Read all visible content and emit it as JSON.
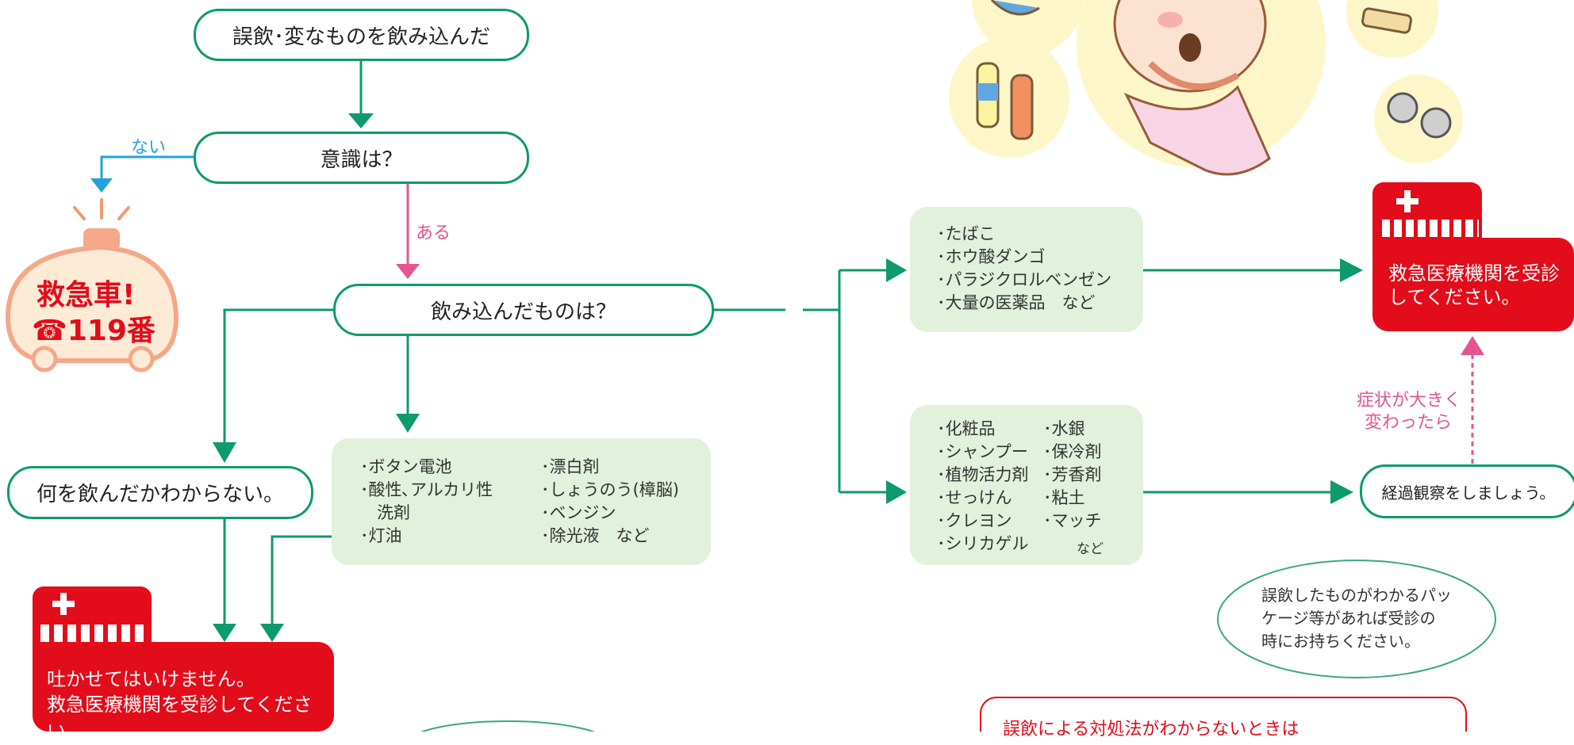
{
  "colors": {
    "green": "#0d9a6c",
    "pink": "#e4548f",
    "blue": "#23a3dd",
    "red": "#e30c1a",
    "light_green": "#e1f1dc"
  },
  "nodes": {
    "start": "誤飲･変なものを飲み込んだ",
    "consciousness": "意識は？",
    "what_swallowed": "飲み込んだものは？",
    "unknown": "何を飲んだかわからない。",
    "observe": "経過観察をしましょう。"
  },
  "edges": {
    "no": "ない",
    "yes": "ある",
    "symptom_line1": "症状が大きく",
    "symptom_line2": "変わったら"
  },
  "ambulance": {
    "line1": "救急車!",
    "line2": "☎119番"
  },
  "group_hazardous": {
    "col1": [
      "･ボタン電池",
      "･酸性､アルカリ性",
      "　洗剤",
      "･灯油"
    ],
    "col2": [
      "･漂白剤",
      "･しょうのう(樟脳)",
      "･ベンジン",
      "･除光液　など"
    ]
  },
  "group_toxic": [
    "･たばこ",
    "･ホウ酸ダンゴ",
    "･パラジクロルベンゼン",
    "･大量の医薬品　など"
  ],
  "group_mild": {
    "col1": [
      "･化粧品",
      "･シャンプー",
      "･植物活力剤",
      "･せっけん",
      "･クレヨン",
      "･シリカゲル"
    ],
    "col2": [
      "･水銀",
      "･保冷剤",
      "･芳香剤",
      "･粘土",
      "･マッチ"
    ],
    "end": "など"
  },
  "hospital_top": {
    "line1": "救急医療機関を受診",
    "line2": "してください。"
  },
  "hospital_bottom": {
    "line1": "吐かせてはいけません。",
    "line2": "救急医療機関を受診してください。"
  },
  "note": {
    "line1": "誤飲したものがわかるパッ",
    "line2": "ケージ等があれば受診の",
    "line3": "時にお持ちください。"
  },
  "footer_note": "誤飲による対処法がわからないときは"
}
